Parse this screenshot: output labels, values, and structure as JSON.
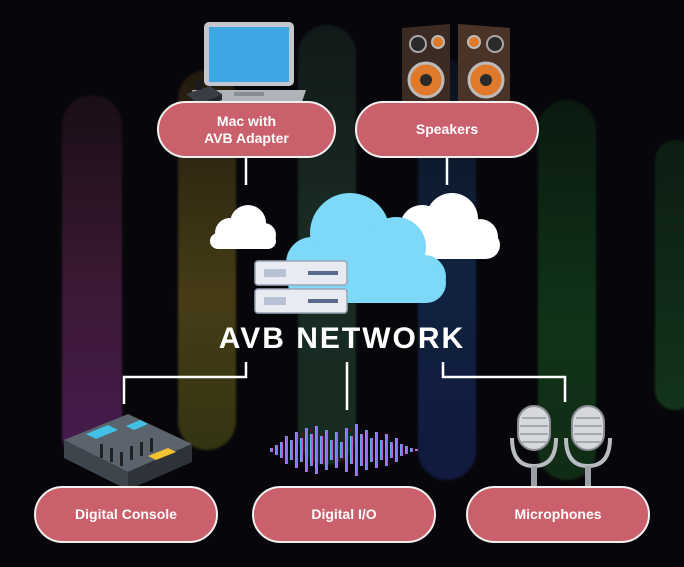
{
  "network_label": "AVB NETWORK",
  "nodes": {
    "mac": "Mac with\nAVB Adapter",
    "speakers": "Speakers",
    "console": "Digital Console",
    "io": "Digital I/O",
    "microphones": "Microphones"
  },
  "colors": {
    "node_fill": "#c9606b",
    "node_border": "#f4f0f0",
    "background": "#07070b",
    "cloud_blue": "#7ed8f7"
  }
}
